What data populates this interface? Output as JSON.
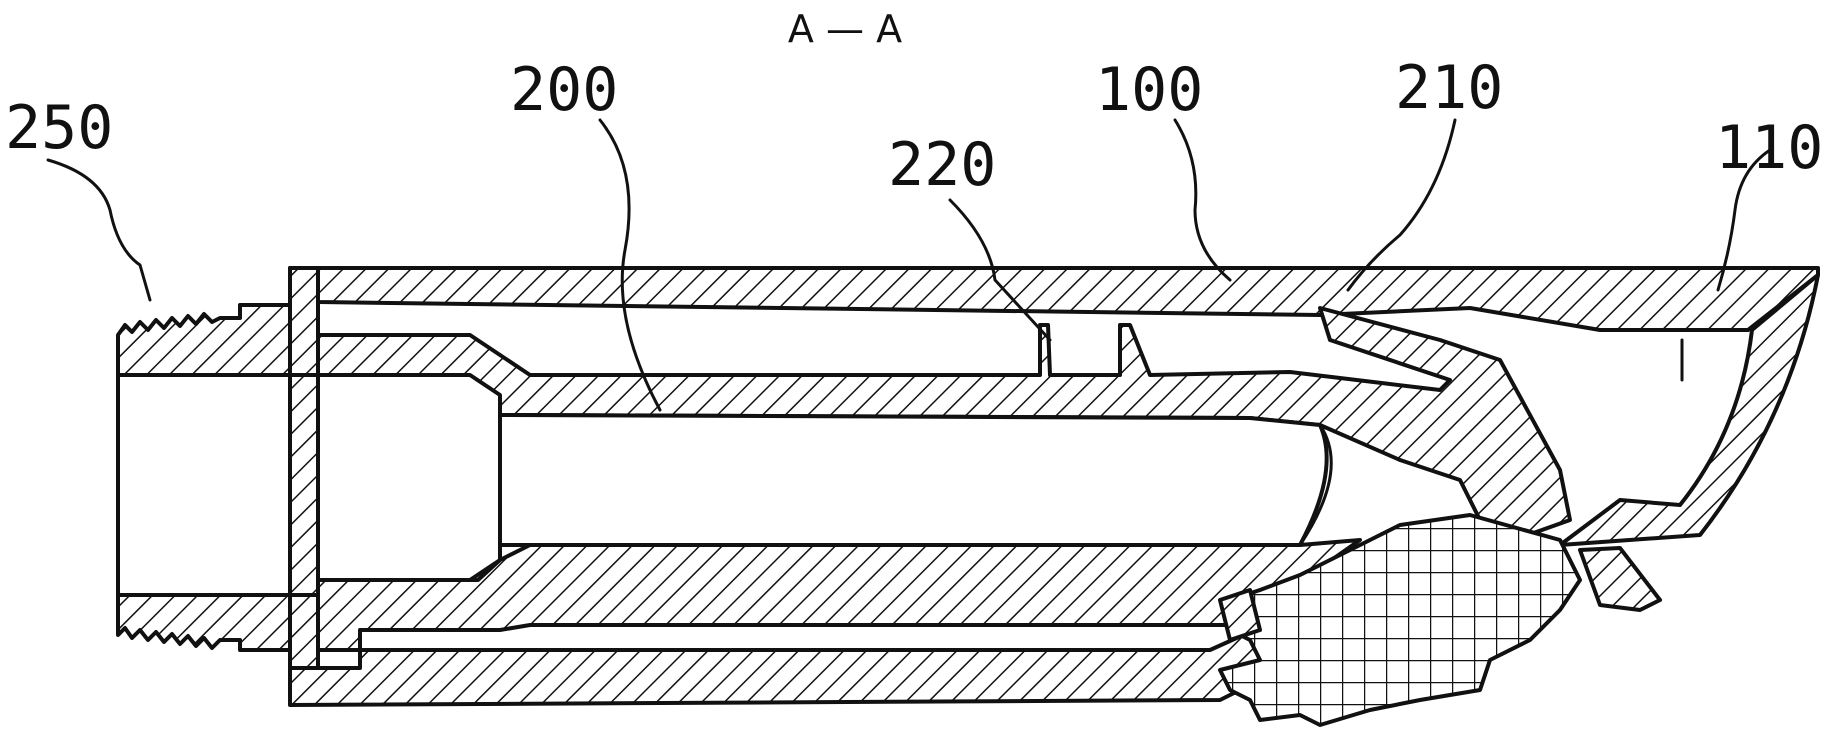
{
  "title": "A — A",
  "labels": {
    "l250": "250",
    "l200": "200",
    "l220": "220",
    "l100": "100",
    "l210": "210",
    "l110": "110"
  }
}
